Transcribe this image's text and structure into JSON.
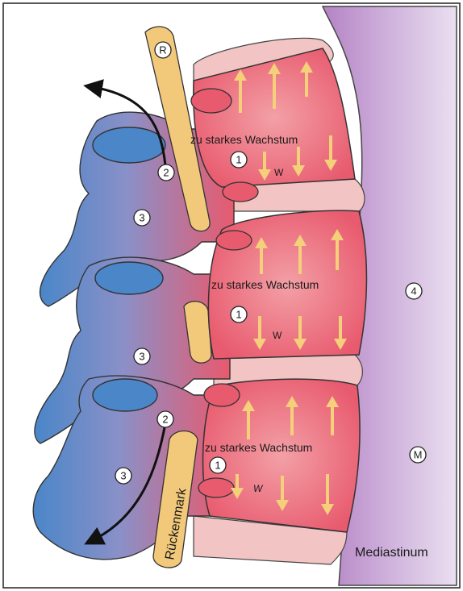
{
  "labels": {
    "growth_top": "zu starkes Wachstum",
    "growth_mid": "zu starkes Wachstum",
    "growth_bottom": "zu starkes Wachstum",
    "w_top": "W",
    "w_mid": "W",
    "w_bottom": "W",
    "spinal_cord": "Rückenmark",
    "mediastinum": "Mediastinum",
    "marker_R": "R",
    "marker_M": "M",
    "marker_1": "1",
    "marker_2": "2",
    "marker_3": "3",
    "marker_4": "4"
  },
  "colors": {
    "vertebral_body": "#e85a6e",
    "disc": "#f2c4c4",
    "posterior_element": "#4a86c8",
    "spinal_cord": "#f2c97a",
    "mediastinum": "#b98cc8",
    "growth_arrow": "#f5d07a",
    "rotation_arrow": "#111111"
  }
}
